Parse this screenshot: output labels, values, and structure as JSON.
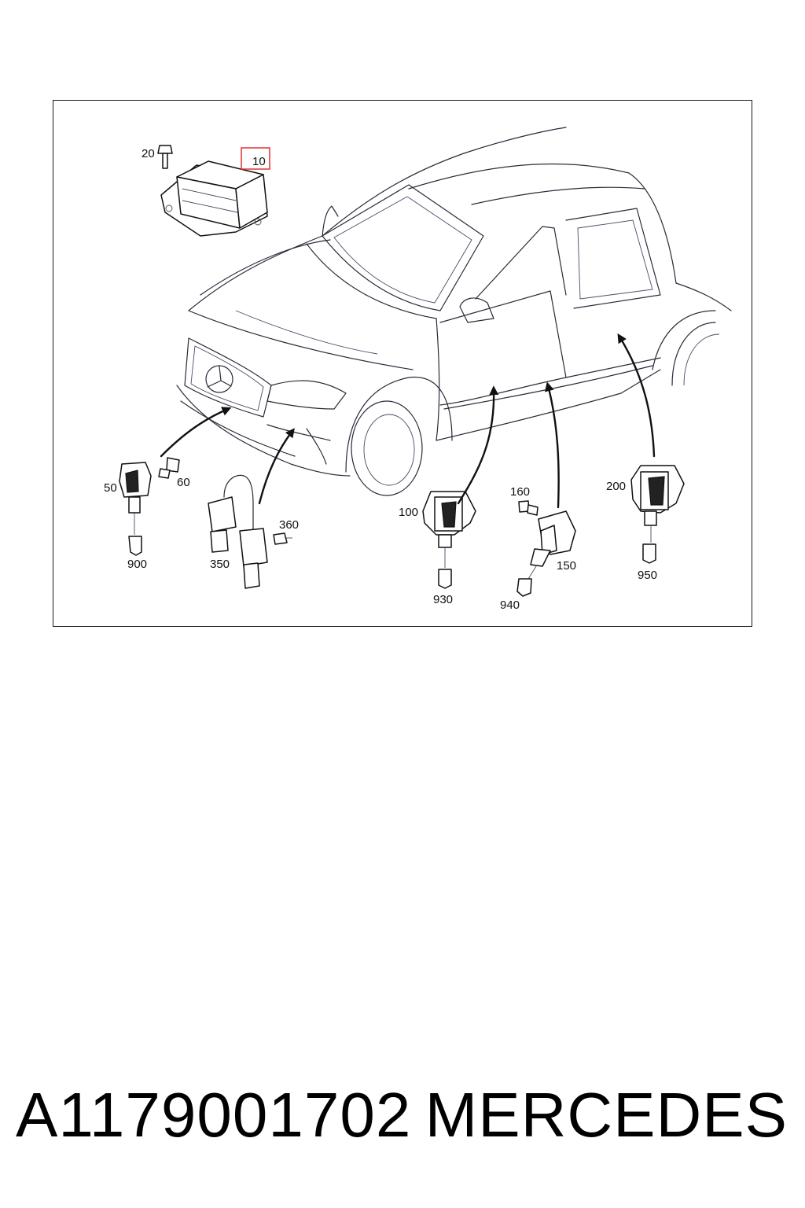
{
  "callouts": {
    "c20": "20",
    "c10": "10",
    "c50": "50",
    "c60": "60",
    "c900": "900",
    "c350": "350",
    "c360": "360",
    "c100": "100",
    "c930": "930",
    "c160": "160",
    "c150": "150",
    "c940": "940",
    "c200": "200",
    "c950": "950"
  },
  "highlight_color": "#e03030",
  "footer": {
    "part_number": "A1179001702",
    "brand": "MERCEDES"
  }
}
